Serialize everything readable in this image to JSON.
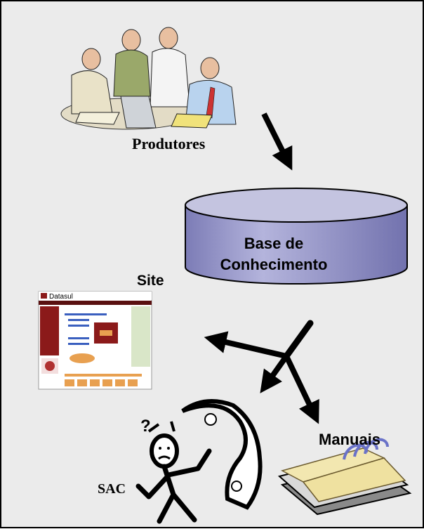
{
  "labels": {
    "produtores": "Produtores",
    "base_line1": "Base de",
    "base_line2": "Conhecimento",
    "site": "Site",
    "sac": "SAC",
    "manuais": "Manuais"
  },
  "site_screenshot": {
    "brand": "Datasul"
  },
  "sac_glyph": "?",
  "colors": {
    "background": "#ebebeb",
    "cylinder_side": "#9a9ac8",
    "cylinder_top": "#c4c4e0",
    "site_accent": "#8b1a1a",
    "book_pages": "#f2e7b0"
  },
  "icons": [
    "people-clipart-icon",
    "database-cylinder-icon",
    "website-screenshot-icon",
    "phone-caller-icon",
    "book-manual-icon",
    "arrow-icon"
  ]
}
